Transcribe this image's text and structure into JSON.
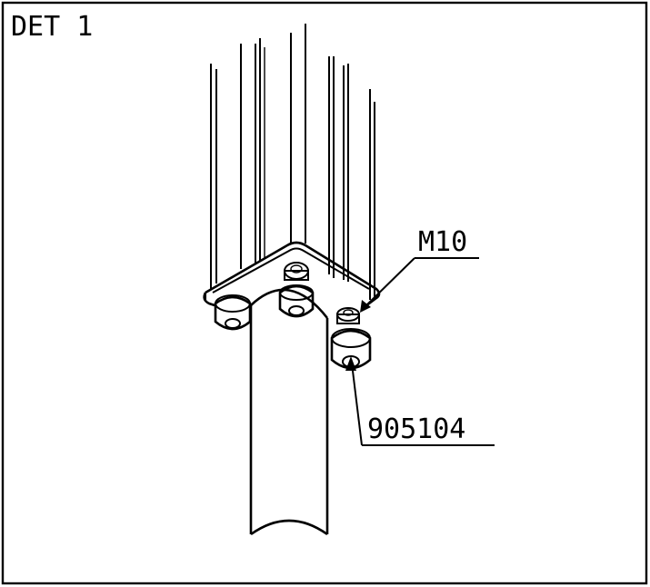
{
  "detail": {
    "title": "DET 1"
  },
  "callouts": {
    "bolt_label": "M10",
    "part_label": "905104"
  },
  "colors": {
    "ink": "#000000",
    "paper": "#ffffff"
  }
}
